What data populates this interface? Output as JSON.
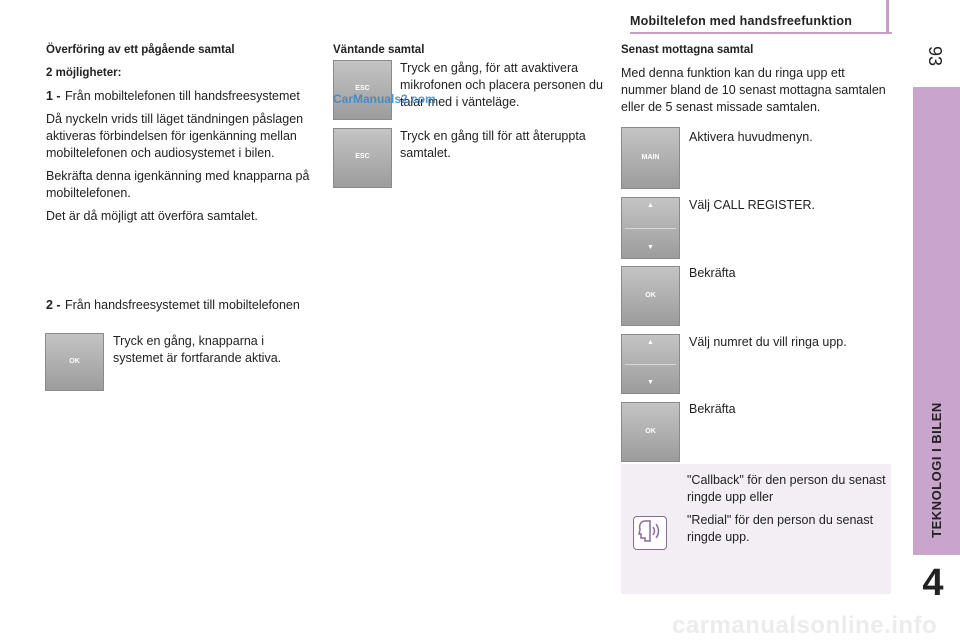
{
  "header": {
    "title": "Mobiltelefon med handsfreefunktion",
    "page_number": "93"
  },
  "side": {
    "label": "TEKNOLOGI I BILEN",
    "chapter": "4"
  },
  "col1": {
    "heading": "Överföring av ett pågående samtal",
    "subheading": "2 möjligheter:",
    "item1_num": "1 -",
    "item1_text": "Från mobiltelefonen till handsfreesystemet",
    "p1": "Då nyckeln vrids till läget tändningen påslagen aktiveras förbindelsen för igenkänning mellan mobiltelefonen och audiosystemet i bilen.",
    "p2": "Bekräfta denna igenkänning med knapparna på mobiltelefonen.",
    "p3": "Det är då möjligt att överföra samtalet.",
    "item2_num": "2 -",
    "item2_text": "Från handsfreesystemet till mobiltelefonen",
    "item2_step": "Tryck en gång, knapparna i systemet är fortfarande aktiva.",
    "key_ok": "OK"
  },
  "col2": {
    "heading": "Väntande samtal",
    "step1": "Tryck en gång, för att avaktivera mikrofonen och placera personen du talar med i vänteläge.",
    "step2": "Tryck en gång till för att återuppta samtalet.",
    "key_esc": "ESC"
  },
  "col3": {
    "heading": "Senast mottagna samtal",
    "intro": "Med denna funktion kan du ringa upp ett nummer bland de 10 senast mottagna samtalen eller de 5 senast missade samtalen.",
    "steps": [
      "Aktivera huvudmenyn.",
      "Välj CALL REGISTER.",
      "Bekräfta",
      "Välj numret du vill ringa upp.",
      "Bekräfta"
    ],
    "key_main": "MAIN",
    "key_ok": "OK",
    "panel_p1": "\"Callback\" för den person du senast ringde upp eller",
    "panel_p2": "\"Redial\" för den person du senast ringde upp."
  },
  "watermarks": {
    "top": "CarManuals2.com",
    "footer": "carmanualsonline.info"
  }
}
